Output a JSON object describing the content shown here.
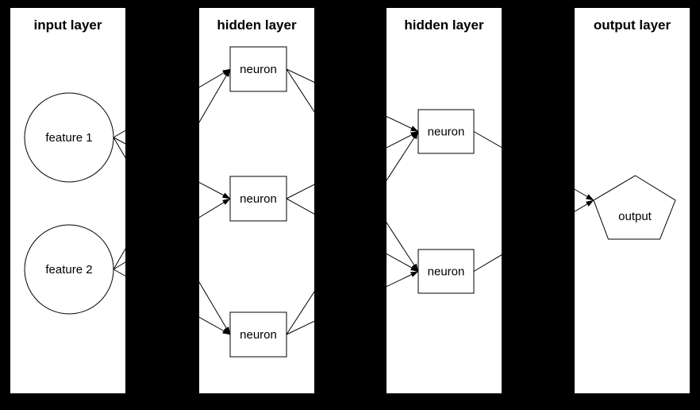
{
  "diagram": {
    "colors": {
      "background": "#000000",
      "panel_fill": "#ffffff",
      "stroke": "#000000",
      "text": "#000000"
    },
    "panels": [
      {
        "id": "input",
        "title": "input layer"
      },
      {
        "id": "hidden1",
        "title": "hidden layer"
      },
      {
        "id": "hidden2",
        "title": "hidden layer"
      },
      {
        "id": "output",
        "title": "output layer"
      }
    ],
    "nodes": [
      {
        "id": "feature1",
        "label": "feature 1",
        "shape": "circle",
        "layer": "input"
      },
      {
        "id": "feature2",
        "label": "feature 2",
        "shape": "circle",
        "layer": "input"
      },
      {
        "id": "h1n1",
        "label": "neuron",
        "shape": "rectangle",
        "layer": "hidden1"
      },
      {
        "id": "h1n2",
        "label": "neuron",
        "shape": "rectangle",
        "layer": "hidden1"
      },
      {
        "id": "h1n3",
        "label": "neuron",
        "shape": "rectangle",
        "layer": "hidden1"
      },
      {
        "id": "h2n1",
        "label": "neuron",
        "shape": "rectangle",
        "layer": "hidden2"
      },
      {
        "id": "h2n2",
        "label": "neuron",
        "shape": "rectangle",
        "layer": "hidden2"
      },
      {
        "id": "out",
        "label": "output",
        "shape": "pentagon",
        "layer": "output"
      }
    ],
    "edges": [
      {
        "from": "feature1",
        "to": "h1n1"
      },
      {
        "from": "feature1",
        "to": "h1n2"
      },
      {
        "from": "feature1",
        "to": "h1n3"
      },
      {
        "from": "feature2",
        "to": "h1n1"
      },
      {
        "from": "feature2",
        "to": "h1n2"
      },
      {
        "from": "feature2",
        "to": "h1n3"
      },
      {
        "from": "h1n1",
        "to": "h2n1"
      },
      {
        "from": "h1n1",
        "to": "h2n2"
      },
      {
        "from": "h1n2",
        "to": "h2n1"
      },
      {
        "from": "h1n2",
        "to": "h2n2"
      },
      {
        "from": "h1n3",
        "to": "h2n1"
      },
      {
        "from": "h1n3",
        "to": "h2n2"
      },
      {
        "from": "h2n1",
        "to": "out"
      },
      {
        "from": "h2n2",
        "to": "out"
      }
    ]
  }
}
